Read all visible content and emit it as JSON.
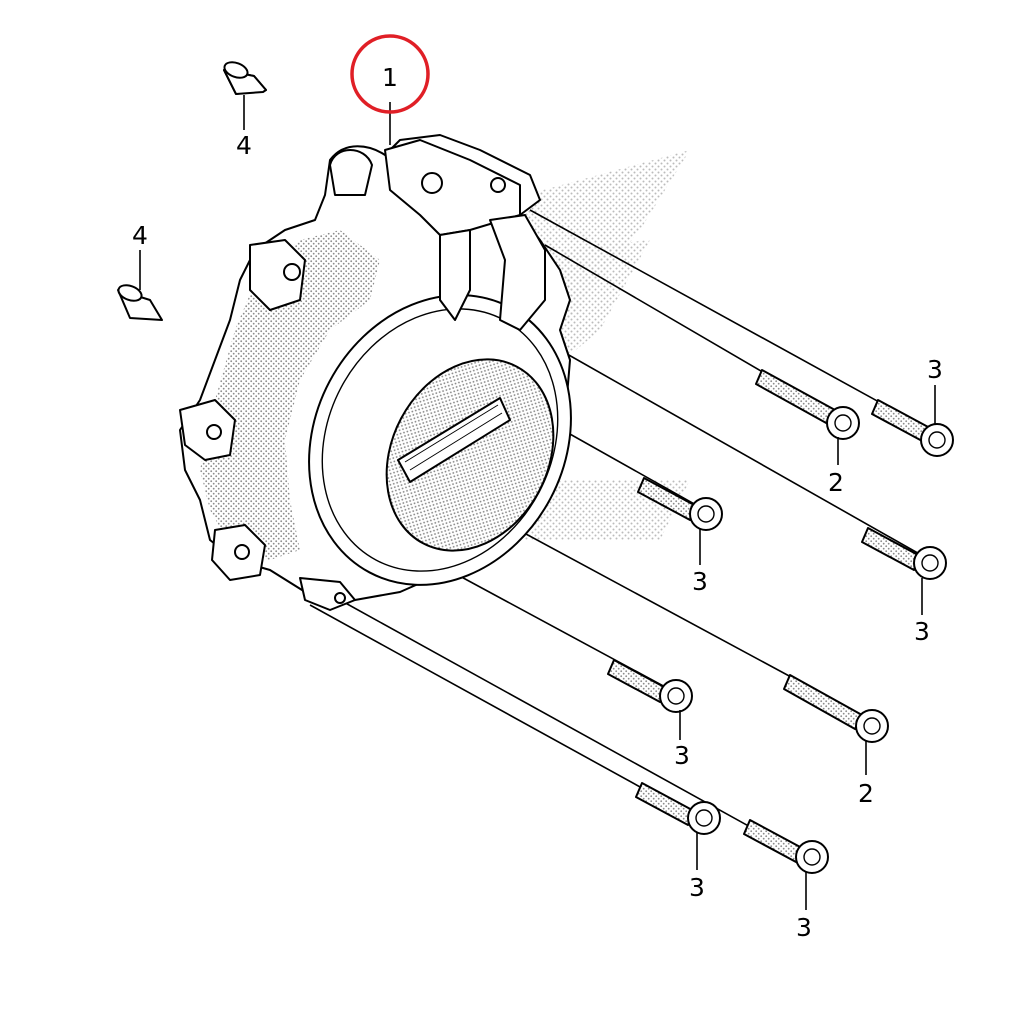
{
  "diagram": {
    "colors": {
      "line": "#000000",
      "highlight": "#e01f26",
      "background": "#ffffff",
      "stipple": "#9a9a9a"
    },
    "parts": [
      {
        "ref": "1",
        "name": "cover",
        "highlighted": true
      },
      {
        "ref": "2",
        "name": "bolt-flanged"
      },
      {
        "ref": "3",
        "name": "bolt-flanged-short"
      },
      {
        "ref": "4",
        "name": "dowel-pin"
      }
    ],
    "callouts": {
      "c1": "1",
      "c2a": "2",
      "c2b": "2",
      "c3a": "3",
      "c3b": "3",
      "c3c": "3",
      "c3d": "3",
      "c3e": "3",
      "c3f": "3",
      "c4a": "4",
      "c4b": "4"
    }
  }
}
